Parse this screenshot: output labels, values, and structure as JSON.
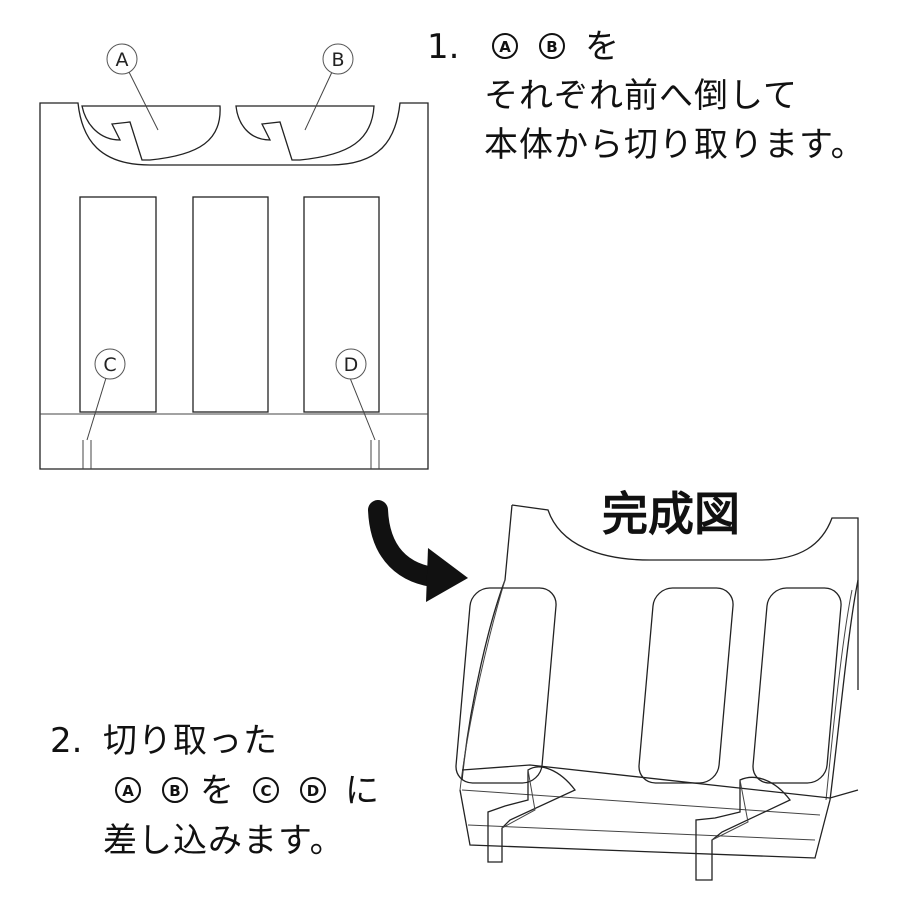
{
  "diagram": {
    "callouts": {
      "a": "A",
      "b": "B",
      "c": "C",
      "d": "D"
    },
    "step1": {
      "number": "1.",
      "badge_a": "A",
      "badge_b": "B",
      "line1_suffix": "を",
      "line2": "それぞれ前へ倒して",
      "line3": "本体から切り取ります。"
    },
    "completed_title": "完成図",
    "step2": {
      "number": "2.",
      "line1": "切り取った",
      "badge_a": "A",
      "badge_b": "B",
      "word_wo": "を",
      "badge_c": "C",
      "badge_d": "D",
      "word_ni": "に",
      "line3": "差し込みます。"
    }
  }
}
